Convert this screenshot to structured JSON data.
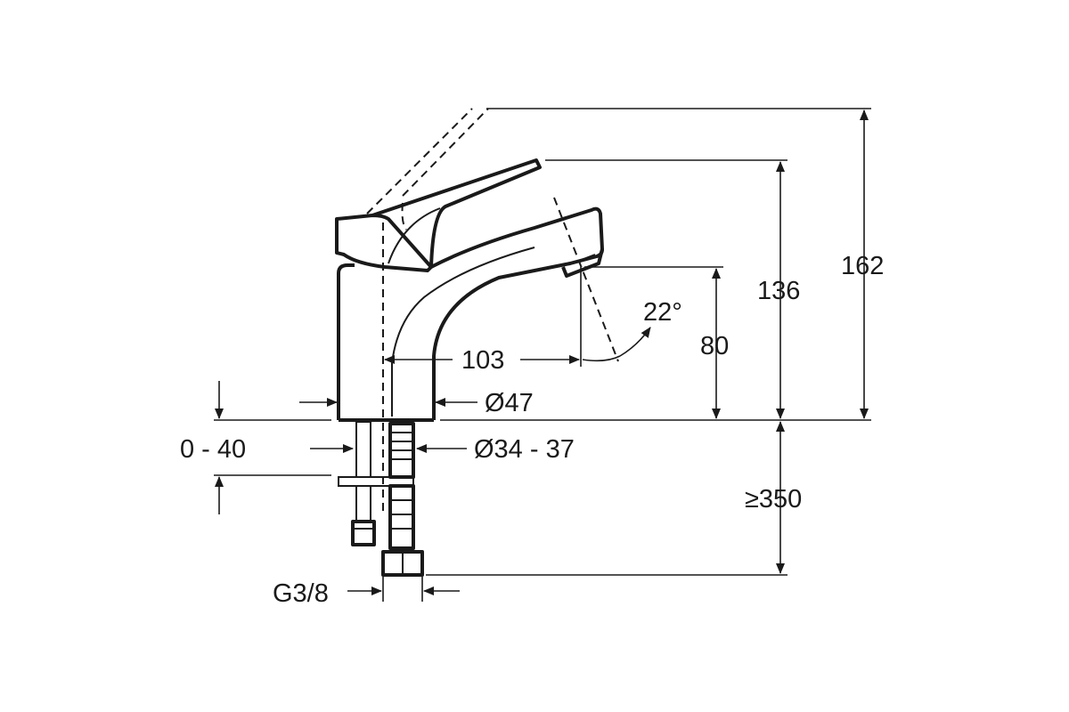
{
  "dimensions": {
    "height_total": "162",
    "height_handle": "136",
    "height_spout": "80",
    "spout_reach": "103",
    "spout_angle": "22°",
    "body_diameter": "Ø47",
    "hole_diameter": "Ø34 - 37",
    "deck_thickness": "0 - 40",
    "hose_length": "≥350",
    "thread": "G3/8"
  },
  "colors": {
    "line": "#1a1a1a",
    "background": "#ffffff"
  }
}
